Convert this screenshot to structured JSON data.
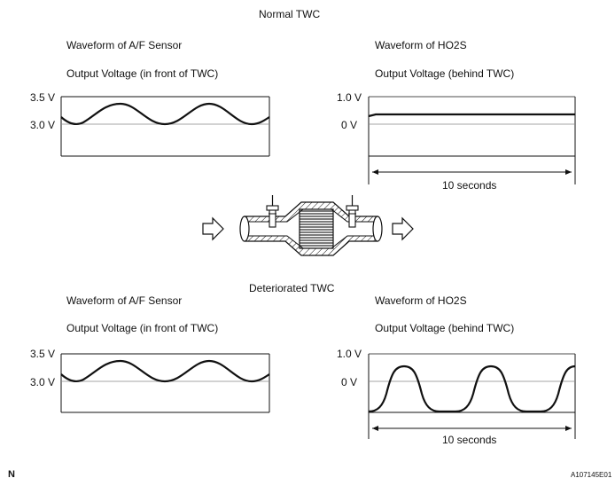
{
  "normal": {
    "heading": "Normal TWC",
    "af": {
      "title": "Waveform of A/F Sensor",
      "subtitle": "Output Voltage (in front of TWC)",
      "y_labels": [
        "3.5 V",
        "3.0 V"
      ]
    },
    "ho2s": {
      "title": "Waveform of HO2S",
      "subtitle": "Output Voltage (behind TWC)",
      "y_labels": [
        "1.0 V",
        "0 V"
      ],
      "duration": "10 seconds"
    }
  },
  "deteriorated": {
    "heading": "Deteriorated TWC",
    "af": {
      "title": "Waveform of A/F Sensor",
      "subtitle": "Output Voltage (in front of TWC)",
      "y_labels": [
        "3.5 V",
        "3.0 V"
      ]
    },
    "ho2s": {
      "title": "Waveform of HO2S",
      "subtitle": "Output Voltage (behind TWC)",
      "y_labels": [
        "1.0 V",
        "0 V"
      ],
      "duration": "10 seconds"
    }
  },
  "footer": {
    "left_mark": "N",
    "figure_id": "A107145E01"
  }
}
